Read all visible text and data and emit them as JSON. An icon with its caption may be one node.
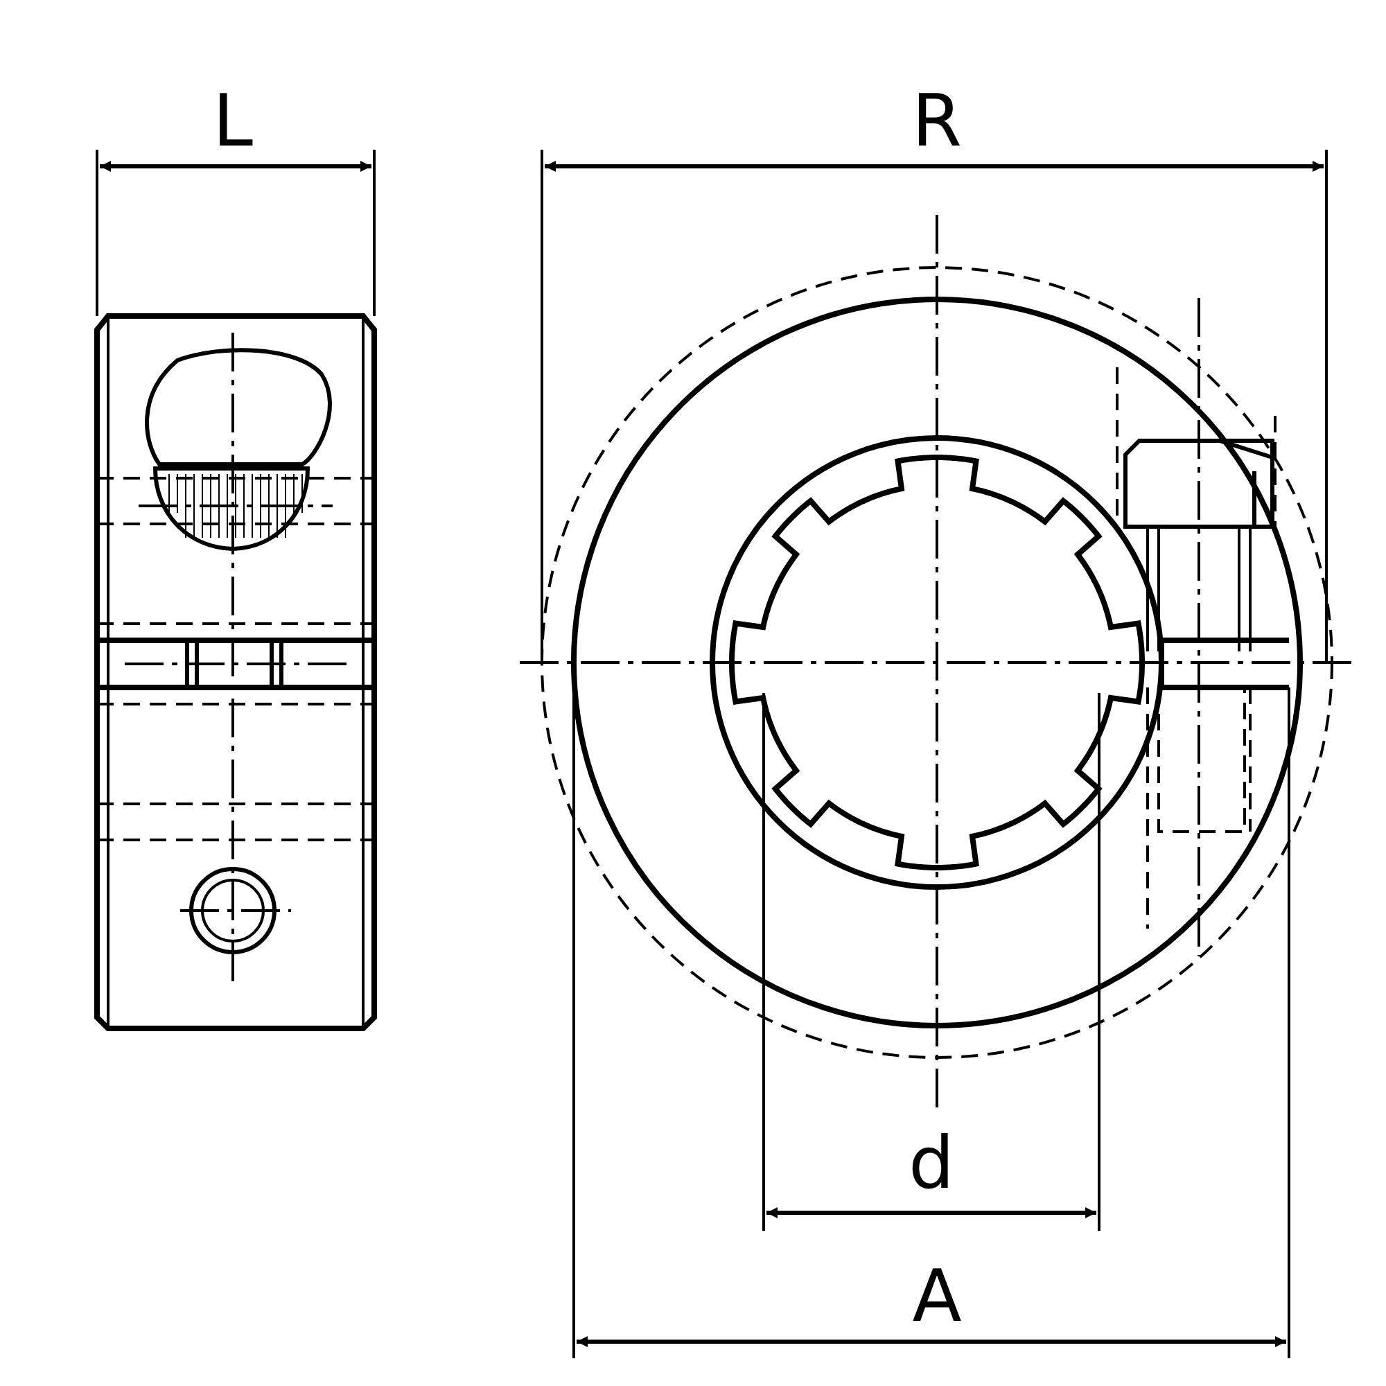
{
  "diagram": {
    "labels": [
      "L",
      "R",
      "d",
      "A"
    ]
  }
}
